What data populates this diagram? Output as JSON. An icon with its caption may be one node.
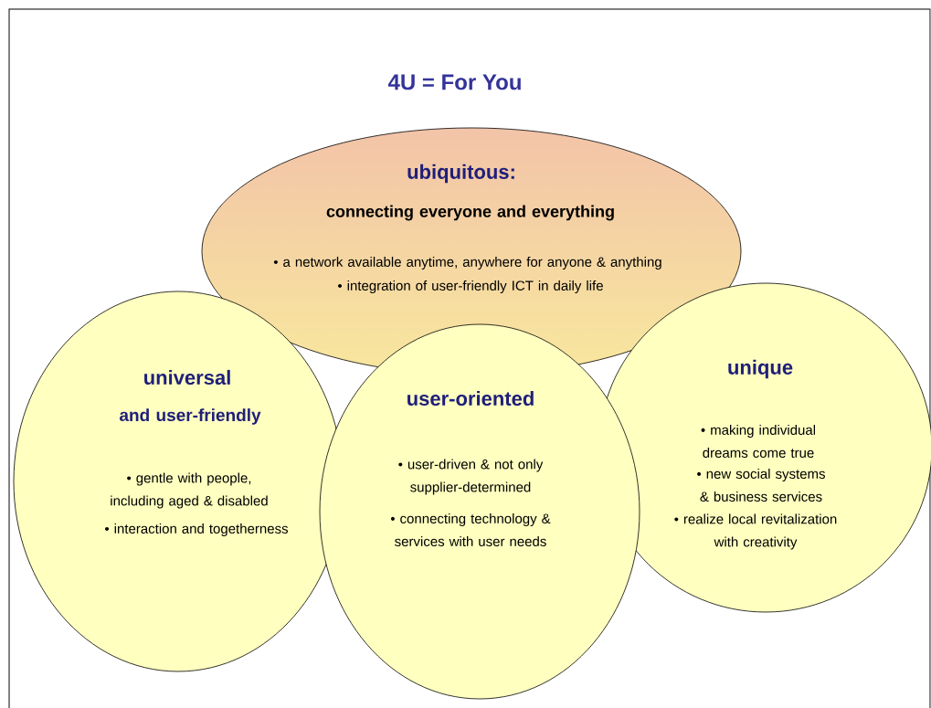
{
  "diagram": {
    "title": "4U = For You",
    "nodes": [
      {
        "text": [
          "ubiquitous:",
          "connecting everyone and everything",
          "• a network available anytime, anywhere for anyone & anything",
          "• integration of user-friendly ICT in daily life"
        ]
      },
      {
        "text": [
          "universal",
          "and user-friendly",
          "• gentle with people, including aged & disabled",
          "• interaction and togetherness"
        ]
      },
      {
        "text": [
          "unique",
          "• making individual dreams come true",
          "• new social systems & business services",
          "• realize local revitalization with creativity"
        ]
      },
      {
        "text": [
          "user-oriented",
          "• user-driven & not only supplier-determined",
          "• connecting technology & services with user needs"
        ]
      }
    ]
  }
}
